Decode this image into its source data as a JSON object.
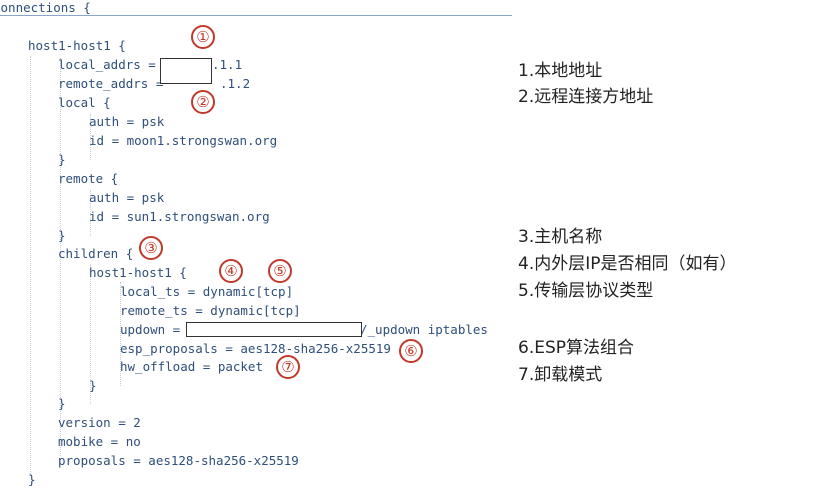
{
  "code_lines": [
    "connections {",
    "host1-host1 {",
    "local_addrs = ",
    ".1.1",
    "remote_addrs = ",
    ".1.2",
    "local {",
    "auth = psk",
    "id = moon1.strongswan.org",
    "}",
    "remote {",
    "auth = psk",
    "id = sun1.strongswan.org",
    "}",
    "children {",
    "host1-host1 {",
    "local_ts = dynamic[tcp]",
    "remote_ts = dynamic[tcp]",
    "updown = ",
    "/_updown iptables",
    "esp_proposals = aes128-sha256-x25519",
    "hw_offload = packet",
    "}",
    "}",
    "version = 2",
    "mobike = no",
    "proposals = aes128-sha256-x25519",
    "}"
  ],
  "markers": [
    "①",
    "②",
    "③",
    "④",
    "⑤",
    "⑥",
    "⑦"
  ],
  "legend": [
    "1.本地地址",
    "2.远程连接方地址",
    "3.主机名称",
    "4.内外层IP是否相同（如有）",
    "5.传输层协议类型",
    "6.ESP算法组合",
    "7.卸载模式"
  ],
  "colors": {
    "code_text": "#2f4f7a",
    "marker": "#c0392b"
  }
}
